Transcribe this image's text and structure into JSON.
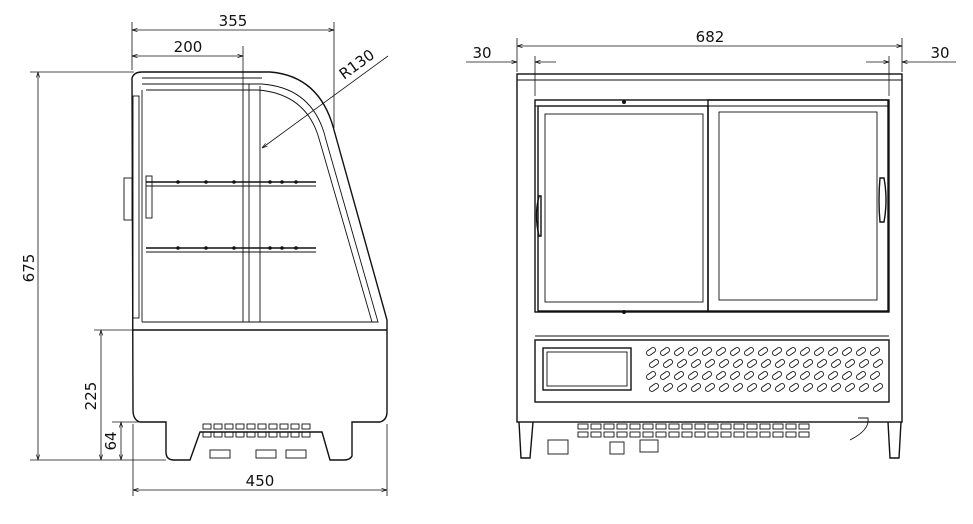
{
  "side_view": {
    "width_top": "355",
    "shelf_depth": "200",
    "radius": "R130",
    "height_total": "675",
    "base_height": "225",
    "foot_height": "64",
    "width_bottom": "450"
  },
  "front_view": {
    "width": "682",
    "margin_left": "30",
    "margin_right": "30"
  },
  "vent_rows": 4,
  "vent_cols": 17
}
